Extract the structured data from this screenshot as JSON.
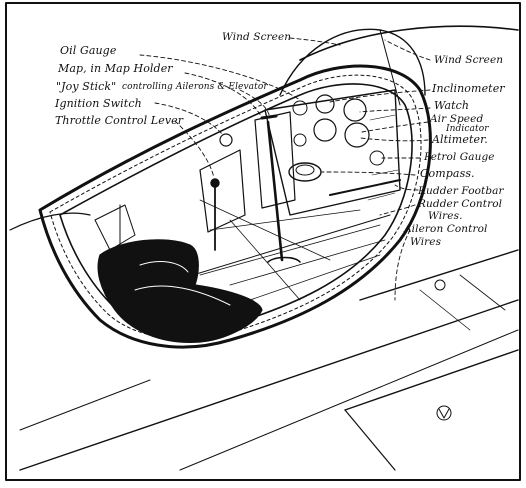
{
  "diagram": {
    "labels_left": {
      "oil_gauge": "Oil Gauge",
      "map": "Map, in Map Holder",
      "joystick": "\"Joy Stick\"",
      "joystick_note": "controlling Ailerons & Elevator",
      "ignition": "Ignition Switch",
      "throttle": "Throttle Control Lever"
    },
    "labels_top": {
      "wind_screen_left": "Wind Screen",
      "wind_screen_right": "Wind Screen"
    },
    "labels_right": {
      "inclinometer": "Inclinometer",
      "watch": "Watch",
      "air_speed_1": "Air Speed",
      "air_speed_2": "Indicator",
      "altimeter": "Altimeter.",
      "petrol": "Petrol Gauge",
      "compass": "Compass.",
      "rudder_footbar": "Rudder Footbar",
      "rudder_wires_1": "Rudder Control",
      "rudder_wires_2": "Wires.",
      "aileron_wires_1": "Aileron Control",
      "aileron_wires_2": "Wires"
    }
  }
}
